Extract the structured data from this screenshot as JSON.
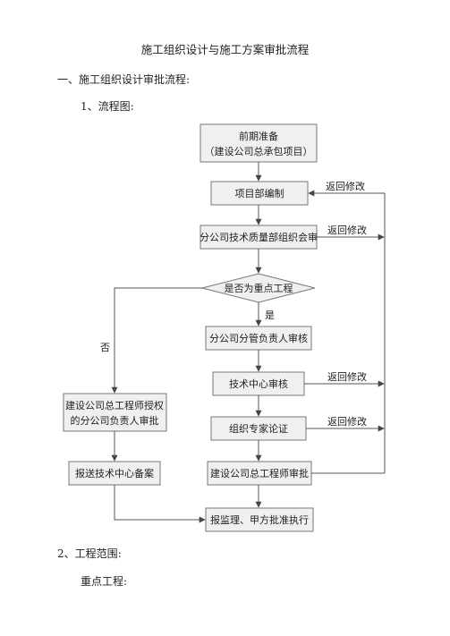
{
  "document": {
    "title": "施工组织设计与施工方案审批流程",
    "section1_heading": "一、施工组织设计审批流程:",
    "subheading_flowchart": "1、流程图:",
    "section2_heading": "2、工程范围:",
    "subheading_key_projects": "重点工程:"
  },
  "flowchart": {
    "nodes": {
      "prep_line1": "前期准备",
      "prep_line2": "（建设公司总承包项目）",
      "project_dept": "项目部编制",
      "branch_review": "分公司技术质量部组织会审",
      "decision": "是否为重点工程",
      "branch_lead_review": "分公司分管负责人审核",
      "tech_center_review": "技术中心审核",
      "expert_review": "组织专家论证",
      "chief_engineer_approval": "建设公司总工程师审批",
      "authorized_line1": "建设公司总工程师授权",
      "authorized_line2": "的分公司负责人审批",
      "submit_filing": "报送技术中心备案",
      "final": "报监理、甲方批准执行"
    },
    "labels": {
      "yes": "是",
      "no": "否",
      "return_1": "返回修改",
      "return_2": "返回修改",
      "return_3": "返回修改",
      "return_4": "返回修改"
    }
  }
}
